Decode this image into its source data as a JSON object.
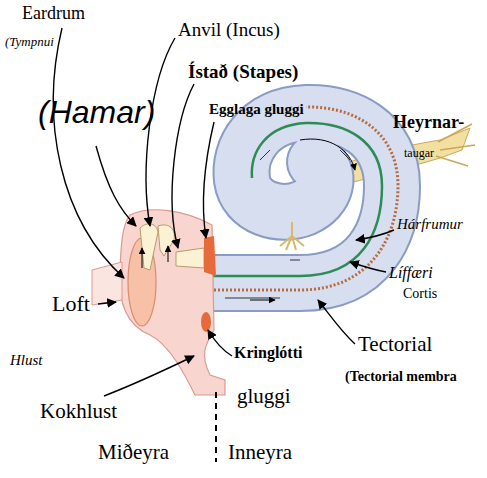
{
  "diagram": {
    "labels": [
      "Eardrum",
      "(Tympnui",
      "Anvil (Incus)",
      "Ístað (Stapes)",
      "(Hamar)",
      "Egglaga gluggi",
      "Heyrnar-",
      "taugar",
      "Hárfrumur",
      "Líffæri",
      "Cortis",
      "Loft",
      "Hlust",
      "Kokhlust",
      "Kringlótti",
      "gluggi",
      "Tectorial",
      "(Tectorial membra",
      "Miðeyra",
      "Inneyra"
    ]
  }
}
